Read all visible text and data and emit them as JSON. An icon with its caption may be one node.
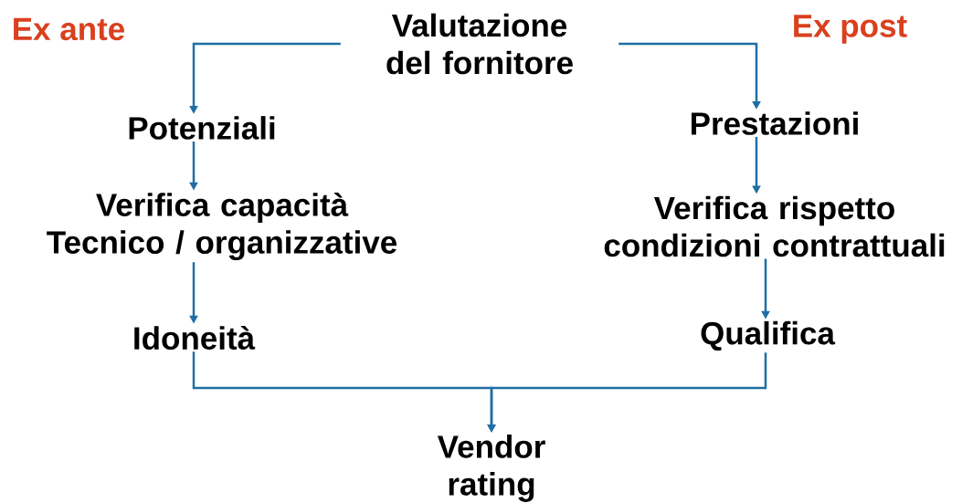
{
  "diagram": {
    "nodes": [
      {
        "text": [
          "Valutazione del fornitore"
        ]
      },
      {
        "text": [
          "Potenziali"
        ]
      },
      {
        "text": [
          "Verifica capacità Tecnico / organizzative"
        ]
      },
      {
        "text": [
          "Idoneità"
        ]
      },
      {
        "text": [
          "Prestazioni"
        ]
      },
      {
        "text": [
          "Verifica rispetto condizioni contrattuali"
        ]
      },
      {
        "text": [
          "Qualifica"
        ]
      },
      {
        "text": [
          "Vendor rating"
        ]
      }
    ],
    "edges": [
      {
        "from": 0,
        "to": 1,
        "arrow": "to"
      },
      {
        "from": 0,
        "to": 4,
        "arrow": "to"
      },
      {
        "from": 1,
        "to": 2,
        "arrow": "to"
      },
      {
        "from": 2,
        "to": 3,
        "arrow": "to"
      },
      {
        "from": 4,
        "to": 5,
        "arrow": "to"
      },
      {
        "from": 5,
        "to": 6,
        "arrow": "to"
      },
      {
        "from": 3,
        "to": 7,
        "arrow": "to"
      },
      {
        "from": 6,
        "to": 7,
        "arrow": "to"
      }
    ],
    "labels": [
      "Ex ante",
      "Ex post"
    ]
  }
}
